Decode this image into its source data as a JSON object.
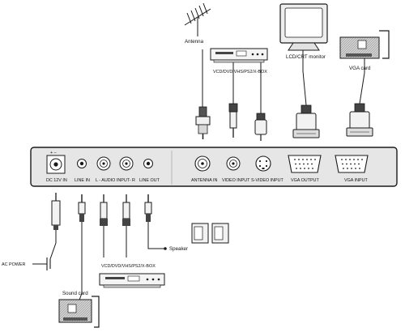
{
  "devices": {
    "antenna": "Antenna",
    "player_top": "VCD/DVD/VHS/PS2/X-BOX",
    "monitor": "LCD/CRT monitor",
    "vga_card": "VGA card",
    "player_bottom": "VCD/DVD/VHS/PS2/X-BOX",
    "sound_card": "Sound card",
    "speaker": "Speaker",
    "ac_power": "AC POWER"
  },
  "panel": {
    "mark": "+ –",
    "ports": [
      {
        "id": "dc",
        "label": "DC 12V IN"
      },
      {
        "id": "line-in",
        "label": "LINE IN"
      },
      {
        "id": "audio-input",
        "label": "L - AUDIO INPUT- R"
      },
      {
        "id": "line-out",
        "label": "LINE OUT"
      },
      {
        "id": "antenna-in",
        "label": "ANTENNA IN"
      },
      {
        "id": "video-input",
        "label": "VIDEO INPUT"
      },
      {
        "id": "svideo-input",
        "label": "S-VIDEO INPUT"
      },
      {
        "id": "vga-output",
        "label": "VGA OUTPUT"
      },
      {
        "id": "vga-input",
        "label": "VGA INPUT"
      }
    ]
  },
  "colors": {
    "ink": "#1a1a1a",
    "panel_fill": "#e6e6e6",
    "paper": "#ffffff",
    "dark": "#333333"
  }
}
